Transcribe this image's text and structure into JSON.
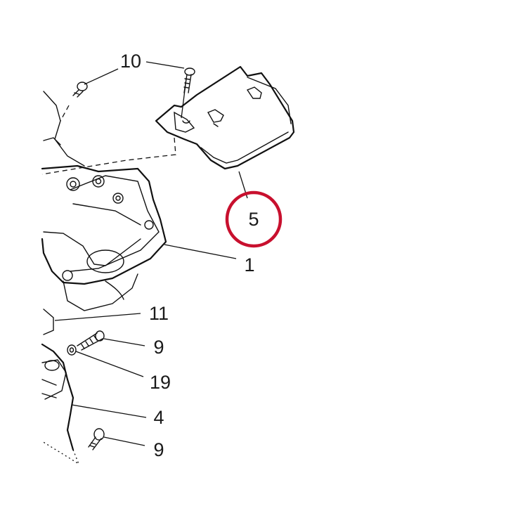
{
  "diagram": {
    "highlight_color": "#c8102e",
    "line_color": "#111111",
    "callouts": {
      "c10": "10",
      "c5": "5",
      "c1": "1",
      "c11": "11",
      "c9a": "9",
      "c19": "19",
      "c4": "4",
      "c9b": "9"
    },
    "highlighted_callout": "5"
  }
}
